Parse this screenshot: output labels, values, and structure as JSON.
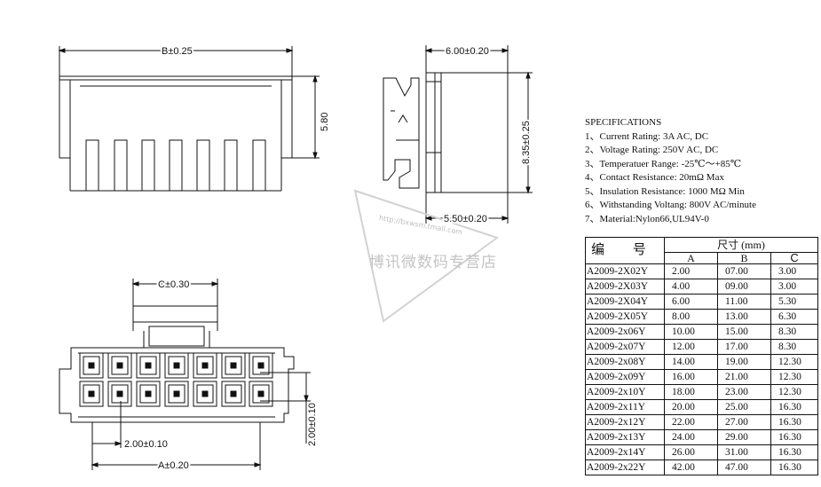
{
  "dimensions": {
    "b_width": "B±0.25",
    "height_580": "5.80",
    "width_600": "6.00±0.20",
    "height_835": "8.35±0.25",
    "width_550": "5.50±0.20",
    "c_width": "C±0.30",
    "pitch_200": "2.00±0.10",
    "row_pitch": "2.00±0.10",
    "a_width": "A±0.20"
  },
  "watermark": {
    "text": "博讯微数码专营店",
    "url": "http://bxwsm.tmall.com"
  },
  "specifications": {
    "title": "SPECIFICATIONS",
    "items": [
      "1、Current Rating: 3A AC, DC",
      "2、Voltage Rating: 250V AC, DC",
      "3、Temperatuer Range: -25℃～+85℃",
      "4、Contact Resistance: 20mΩ Max",
      "5、Insulation Resistance: 1000 MΩ Min",
      "6、Withstanding Voltang: 800V AC/minute",
      "7、Material:Nylon66,UL94V-0"
    ]
  },
  "table": {
    "code_header": "编 号",
    "size_header": "尺寸 (mm)",
    "col_a": "A",
    "col_b": "B",
    "col_c": "C",
    "rows": [
      [
        "A2009-2X02Y",
        "2.00",
        "07.00",
        "3.00"
      ],
      [
        "A2009-2X03Y",
        "4.00",
        "09.00",
        "3.00"
      ],
      [
        "A2009-2X04Y",
        "6.00",
        "11.00",
        "5.30"
      ],
      [
        "A2009-2X05Y",
        "8.00",
        "13.00",
        "6.30"
      ],
      [
        "A2009-2x06Y",
        "10.00",
        "15.00",
        "8.30"
      ],
      [
        "A2009-2x07Y",
        "12.00",
        "17.00",
        "8.30"
      ],
      [
        "A2009-2x08Y",
        "14.00",
        "19.00",
        "12.30"
      ],
      [
        "A2009-2x09Y",
        "16.00",
        "21.00",
        "12.30"
      ],
      [
        "A2009-2x10Y",
        "18.00",
        "23.00",
        "12.30"
      ],
      [
        "A2009-2x11Y",
        "20.00",
        "25.00",
        "16.30"
      ],
      [
        "A2009-2x12Y",
        "22.00",
        "27.00",
        "16.30"
      ],
      [
        "A2009-2x13Y",
        "24.00",
        "29.00",
        "16.30"
      ],
      [
        "A2009-2x14Y",
        "26.00",
        "31.00",
        "16.30"
      ],
      [
        "A2009-2x22Y",
        "42.00",
        "47.00",
        "16.30"
      ]
    ]
  }
}
